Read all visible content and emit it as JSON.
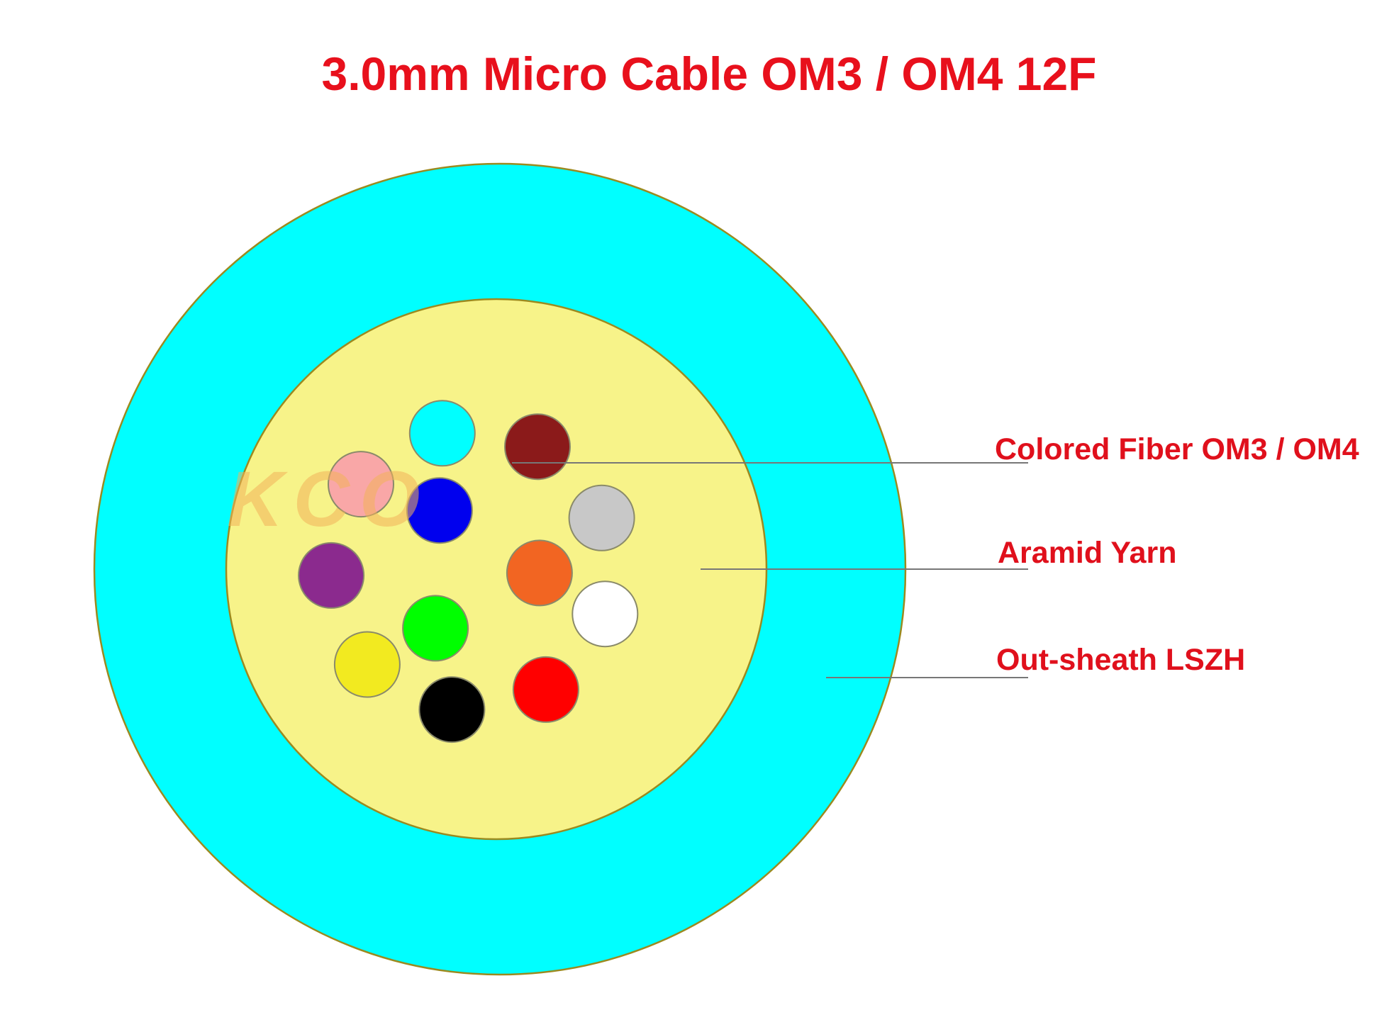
{
  "title": "3.0mm Micro Cable OM3 / OM4 12F",
  "watermark": "KCO",
  "colors": {
    "title": "#e8101c",
    "label": "#e0101c",
    "outer_sheath": "#00ffff",
    "aramid_yarn": "#f7f389",
    "outline": "#9b8a20",
    "leader_line": "#777777"
  },
  "layers": {
    "outer_sheath": {
      "name": "Out-sheath LSZH",
      "fill": "#00ffff"
    },
    "aramid_yarn": {
      "name": "Aramid Yarn",
      "fill": "#f7f389"
    }
  },
  "fibers": [
    {
      "color_name": "blue",
      "fill": "#0000ee"
    },
    {
      "color_name": "orange",
      "fill": "#f26522"
    },
    {
      "color_name": "green",
      "fill": "#00ff00"
    },
    {
      "color_name": "brown",
      "fill": "#8b1a1a"
    },
    {
      "color_name": "slate",
      "fill": "#c8c8c8"
    },
    {
      "color_name": "white",
      "fill": "#ffffff"
    },
    {
      "color_name": "red",
      "fill": "#ff0000"
    },
    {
      "color_name": "black",
      "fill": "#000000"
    },
    {
      "color_name": "yellow",
      "fill": "#f2ea20"
    },
    {
      "color_name": "violet",
      "fill": "#8b2a8e"
    },
    {
      "color_name": "rose",
      "fill": "#f9a7a7"
    },
    {
      "color_name": "aqua",
      "fill": "#00ffff"
    }
  ],
  "callouts": [
    {
      "label": "Colored Fiber OM3 / OM4"
    },
    {
      "label": "Aramid Yarn"
    },
    {
      "label": "Out-sheath LSZH"
    }
  ]
}
